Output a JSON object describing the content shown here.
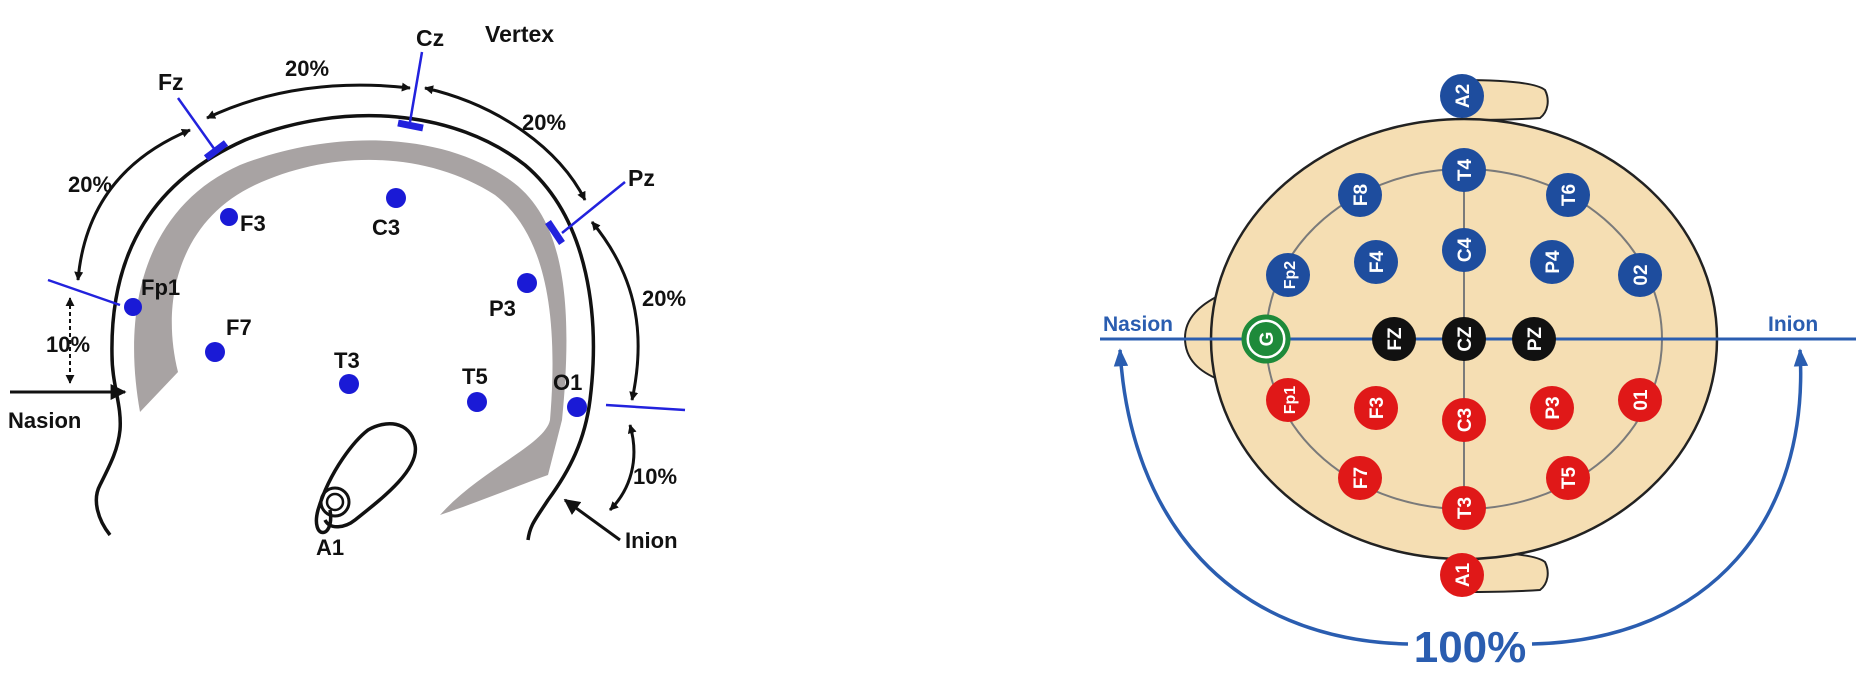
{
  "colors": {
    "electrode_dot": "#1a1ad6",
    "marker_line": "#2222dd",
    "skull": "#a8a3a3",
    "outline": "#111111",
    "head_fill": "#f5deb3",
    "grid_line": "#7a7a7a",
    "axis_blue": "#2a5db0",
    "electrode_blue": "#1e4d9e",
    "electrode_red": "#e01818",
    "electrode_black": "#111111",
    "electrode_green": "#1e8a3a"
  },
  "side_view": {
    "vertex_label": "Vertex",
    "nasion_label": "Nasion",
    "inion_label": "Inion",
    "a1_label": "A1",
    "markers": [
      "Fz",
      "Cz",
      "Pz"
    ],
    "electrodes": [
      "Fp1",
      "F3",
      "C3",
      "P3",
      "O1",
      "F7",
      "T3",
      "T5"
    ],
    "percent_labels": [
      "20%",
      "20%",
      "20%",
      "20%",
      "10%",
      "10%"
    ]
  },
  "top_view": {
    "nasion_label": "Nasion",
    "inion_label": "Inion",
    "total_label": "100%",
    "electrodes": [
      {
        "label": "A2",
        "color": "blue"
      },
      {
        "label": "T4",
        "color": "blue"
      },
      {
        "label": "F8",
        "color": "blue"
      },
      {
        "label": "T6",
        "color": "blue"
      },
      {
        "label": "Fp2",
        "color": "blue"
      },
      {
        "label": "F4",
        "color": "blue"
      },
      {
        "label": "C4",
        "color": "blue"
      },
      {
        "label": "P4",
        "color": "blue"
      },
      {
        "label": "02",
        "color": "blue"
      },
      {
        "label": "G",
        "color": "green"
      },
      {
        "label": "FZ",
        "color": "black"
      },
      {
        "label": "CZ",
        "color": "black"
      },
      {
        "label": "PZ",
        "color": "black"
      },
      {
        "label": "Fp1",
        "color": "red"
      },
      {
        "label": "F3",
        "color": "red"
      },
      {
        "label": "C3",
        "color": "red"
      },
      {
        "label": "P3",
        "color": "red"
      },
      {
        "label": "01",
        "color": "red"
      },
      {
        "label": "F7",
        "color": "red"
      },
      {
        "label": "T5",
        "color": "red"
      },
      {
        "label": "T3",
        "color": "red"
      },
      {
        "label": "A1",
        "color": "red"
      }
    ]
  }
}
